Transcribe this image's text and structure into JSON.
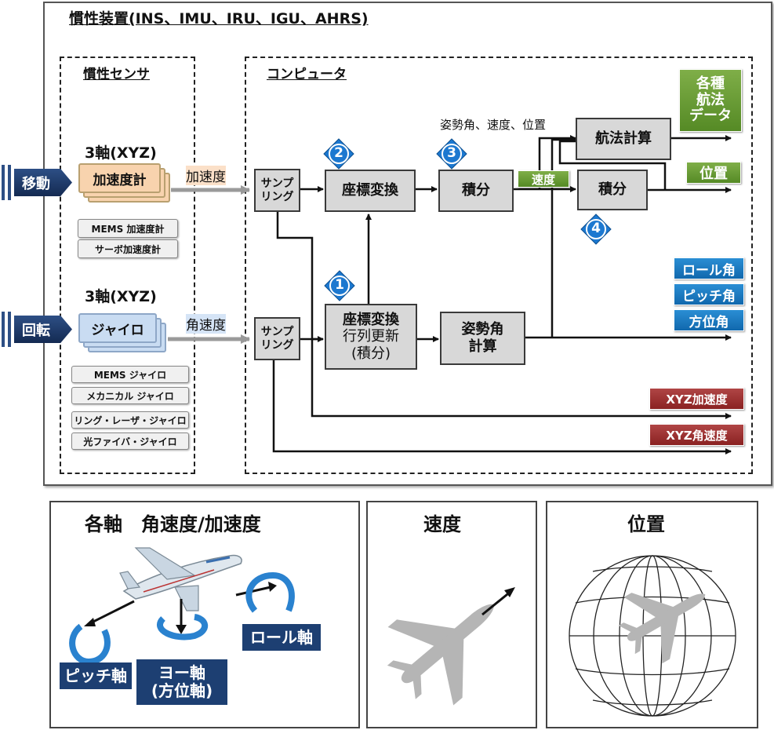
{
  "title": "慣性装置(INS、IMU、IRU、IGU、AHRS)",
  "sensor": {
    "title": "慣性センサ",
    "axes_label_1": "3軸(XYZ)",
    "axes_label_2": "3軸(XYZ)",
    "accel_card": "加速度計",
    "gyro_card": "ジャイロ",
    "accel_types": [
      "MEMS 加速度計",
      "サーボ加速度計"
    ],
    "gyro_types": [
      "MEMS ジャイロ",
      "メカニカル ジャイロ",
      "リング・レーザ・ジャイロ",
      "光ファイバ・ジャイロ"
    ]
  },
  "inputs": {
    "move": "移動",
    "rotate": "回転",
    "accel_label": "加速度",
    "angvel_label": "角速度"
  },
  "computer": {
    "title": "コンピュータ",
    "sampling_1": "サンプ\nリング",
    "sampling_2": "サンプ\nリング",
    "coord_convert": "座標変換",
    "integrate_1": "積分",
    "nav_calc": "航法計算",
    "integrate_2": "積分",
    "coord_matrix_title": "座標変換",
    "coord_matrix_sub": "行列更新\n(積分)",
    "attitude": "姿勢角\n計算",
    "state_label": "姿勢角、速度、位置",
    "velocity_tag": "速度",
    "steps": [
      "1",
      "2",
      "3",
      "4"
    ]
  },
  "outputs": {
    "nav_data": "各種\n航法\nデータ",
    "position": "位置",
    "roll": "ロール角",
    "pitch": "ピッチ角",
    "heading": "方位角",
    "xyz_accel": "XYZ加速度",
    "xyz_angvel": "XYZ角速度"
  },
  "panels": {
    "axes_title": "各軸　角速度/加速度",
    "pitch_axis": "ピッチ軸",
    "yaw_axis": "ヨー軸\n(方位軸)",
    "roll_axis": "ロール軸",
    "velocity_title": "速度",
    "position_title": "位置"
  },
  "colors": {
    "green": "#5b8f2a",
    "blue": "#1a78c2",
    "red": "#9b2e2e",
    "navy": "#1d3f72",
    "box_gray": "#d8d8d8"
  }
}
